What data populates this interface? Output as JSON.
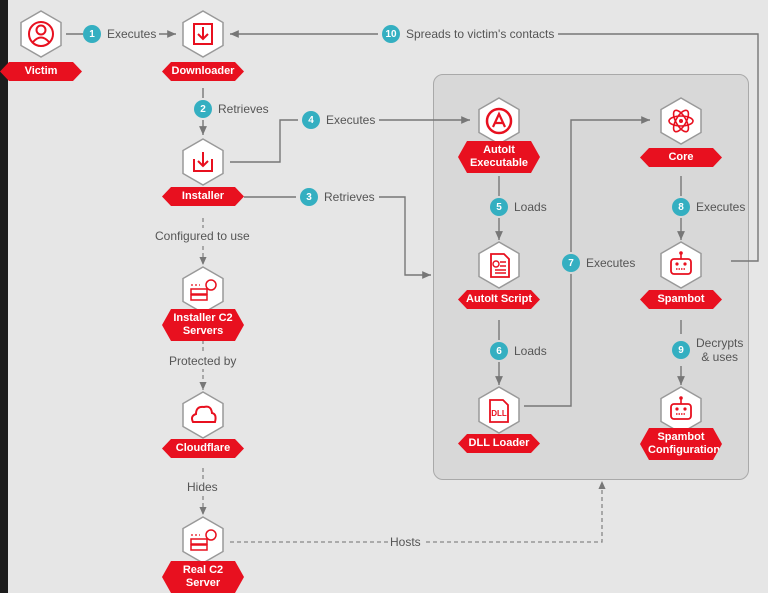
{
  "nodes": {
    "victim": "Victim",
    "downloader": "Downloader",
    "installer": "Installer",
    "installer_c2": "Installer C2\nServers",
    "cloudflare": "Cloudflare",
    "real_c2": "Real C2\nServer",
    "autoit_exe": "AutoIt\nExecutable",
    "autoit_script": "AutoIt Script",
    "dll_loader": "DLL Loader",
    "core": "Core",
    "spambot": "Spambot",
    "spambot_config": "Spambot\nConfiguration"
  },
  "steps": [
    {
      "num": "1",
      "text": "Executes"
    },
    {
      "num": "2",
      "text": "Retrieves"
    },
    {
      "num": "3",
      "text": "Retrieves"
    },
    {
      "num": "4",
      "text": "Executes"
    },
    {
      "num": "5",
      "text": "Loads"
    },
    {
      "num": "6",
      "text": "Loads"
    },
    {
      "num": "7",
      "text": "Executes"
    },
    {
      "num": "8",
      "text": "Executes"
    },
    {
      "num": "9",
      "text": "Decrypts\n& uses"
    },
    {
      "num": "10",
      "text": "Spreads to victim's contacts"
    }
  ],
  "edge_labels": {
    "configured": "Configured to use",
    "protected": "Protected by",
    "hides": "Hides",
    "hosts": "Hosts"
  },
  "colors": {
    "accent_red": "#e8101f",
    "step_teal": "#34afc1",
    "line_gray": "#777777"
  }
}
